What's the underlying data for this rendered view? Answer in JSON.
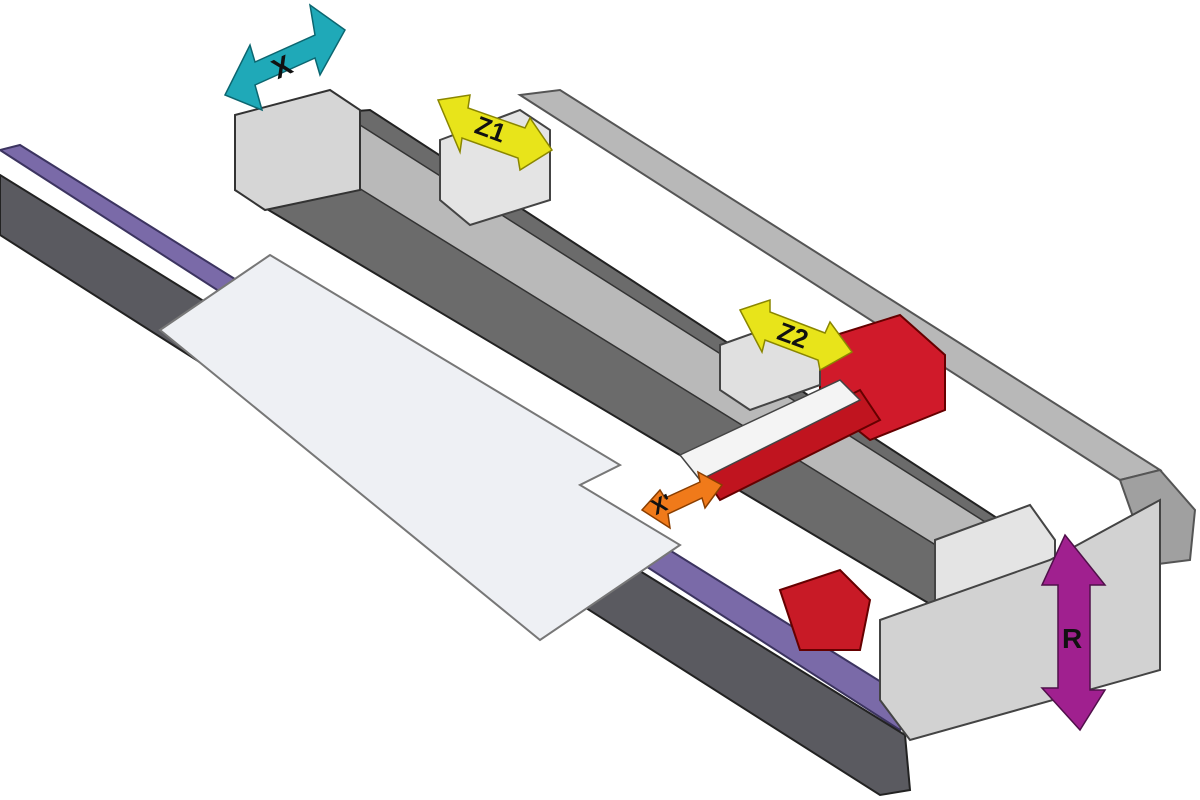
{
  "diagram": {
    "axes": [
      {
        "id": "x",
        "label": "X",
        "color": "#1fa9b8"
      },
      {
        "id": "z1",
        "label": "Z1",
        "color": "#e8e41a"
      },
      {
        "id": "z2",
        "label": "Z2",
        "color": "#e8e41a"
      },
      {
        "id": "x_prime",
        "label": "X'",
        "color": "#f07a1a"
      },
      {
        "id": "r",
        "label": "R",
        "color": "#a0208f"
      }
    ],
    "colors": {
      "frame": "#9a9a9a",
      "rail": "#7a6aa8",
      "carriage": "#d01a2a",
      "sheet": "#f0f0f2"
    }
  }
}
